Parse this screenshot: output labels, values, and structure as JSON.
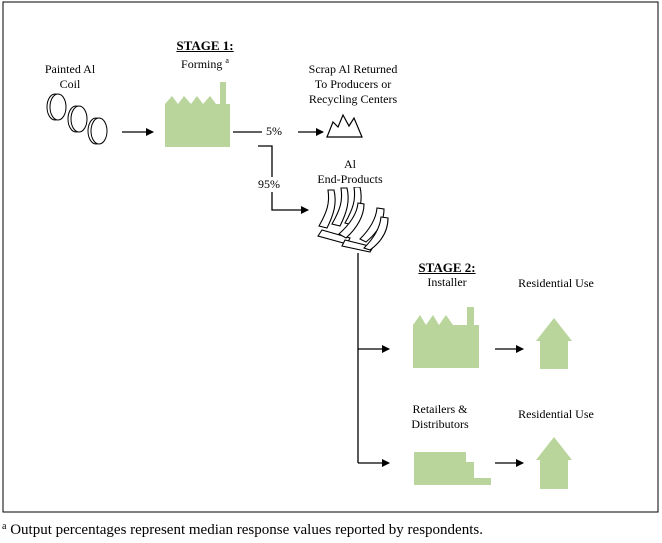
{
  "colors": {
    "icon_fill": "#b9d59b",
    "line": "#000000",
    "background": "#ffffff"
  },
  "inputs": {
    "coil_label_1": "Painted Al",
    "coil_label_2": "Coil"
  },
  "stage1": {
    "title": "STAGE 1:",
    "subtitle": "Forming",
    "footnote_mark": "a",
    "scrap_line_1": "Scrap Al Returned",
    "scrap_line_2": "To Producers or",
    "scrap_line_3": "Recycling Centers",
    "scrap_pct": "5%",
    "product_pct": "95%",
    "product_line_1": "Al",
    "product_line_2": "End-Products"
  },
  "stage2": {
    "title": "STAGE 2:",
    "installer_label": "Installer",
    "retail_line_1": "Retailers &",
    "retail_line_2": "Distributors",
    "residential_label_top": "Residential Use",
    "residential_label_bottom": "Residential Use"
  },
  "footnote": {
    "mark": "a",
    "text": " Output percentages represent median response values reported by respondents."
  },
  "icons": [
    "coil-icon",
    "factory-icon",
    "scrap-icon",
    "end-products-icon",
    "house-icon",
    "truck-icon"
  ]
}
